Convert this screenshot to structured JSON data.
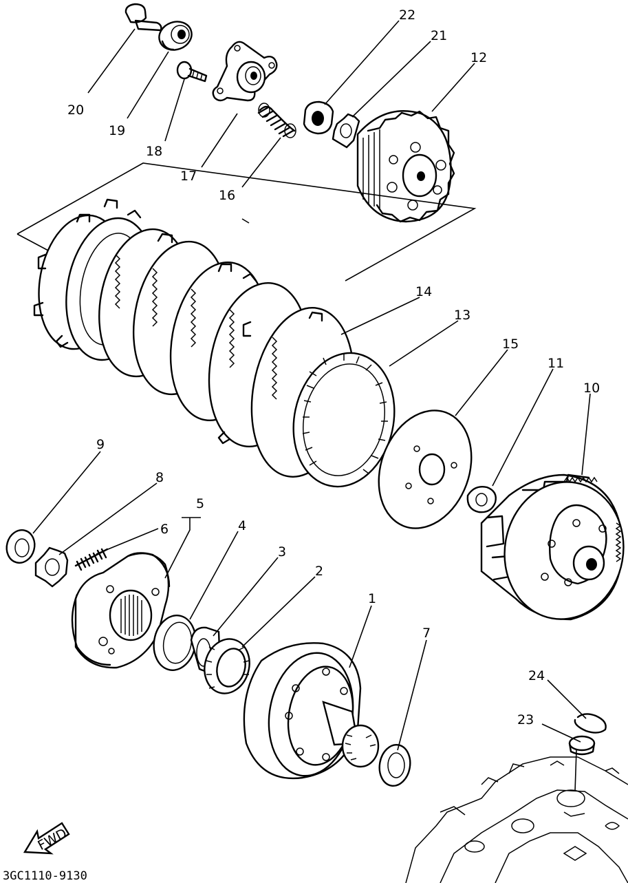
{
  "diagram": {
    "drawing_code": "3GC1110-9130",
    "fwd_label": "FWD",
    "callouts": [
      {
        "id": "c1",
        "text": "1"
      },
      {
        "id": "c2",
        "text": "2"
      },
      {
        "id": "c3",
        "text": "3"
      },
      {
        "id": "c4",
        "text": "4"
      },
      {
        "id": "c5",
        "text": "5"
      },
      {
        "id": "c6",
        "text": "6"
      },
      {
        "id": "c7",
        "text": "7"
      },
      {
        "id": "c8",
        "text": "8"
      },
      {
        "id": "c9",
        "text": "9"
      },
      {
        "id": "c10",
        "text": "10"
      },
      {
        "id": "c11",
        "text": "11"
      },
      {
        "id": "c12",
        "text": "12"
      },
      {
        "id": "c13",
        "text": "13"
      },
      {
        "id": "c14",
        "text": "14"
      },
      {
        "id": "c15",
        "text": "15"
      },
      {
        "id": "c16",
        "text": "16"
      },
      {
        "id": "c17",
        "text": "17"
      },
      {
        "id": "c18",
        "text": "18"
      },
      {
        "id": "c19",
        "text": "19"
      },
      {
        "id": "c20",
        "text": "20"
      },
      {
        "id": "c21",
        "text": "21"
      },
      {
        "id": "c22",
        "text": "22"
      },
      {
        "id": "c23",
        "text": "23"
      },
      {
        "id": "c24",
        "text": "24"
      }
    ],
    "colors": {
      "ink": "#000000",
      "paper": "#ffffff"
    }
  }
}
